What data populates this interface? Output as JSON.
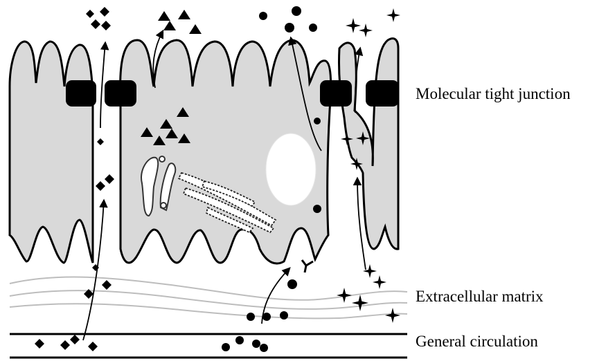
{
  "labels": {
    "tight_junction": "Molecular tight junction",
    "extracellular_matrix": "Extracellular matrix",
    "general_circulation": "General circulation"
  },
  "colors": {
    "cell_fill": "#d9d9d9",
    "outline": "#000000",
    "matrix_line": "#bdbdbd",
    "background": "#ffffff"
  },
  "legend_shapes": [
    "diamond",
    "triangle",
    "circle",
    "four-point-star"
  ]
}
